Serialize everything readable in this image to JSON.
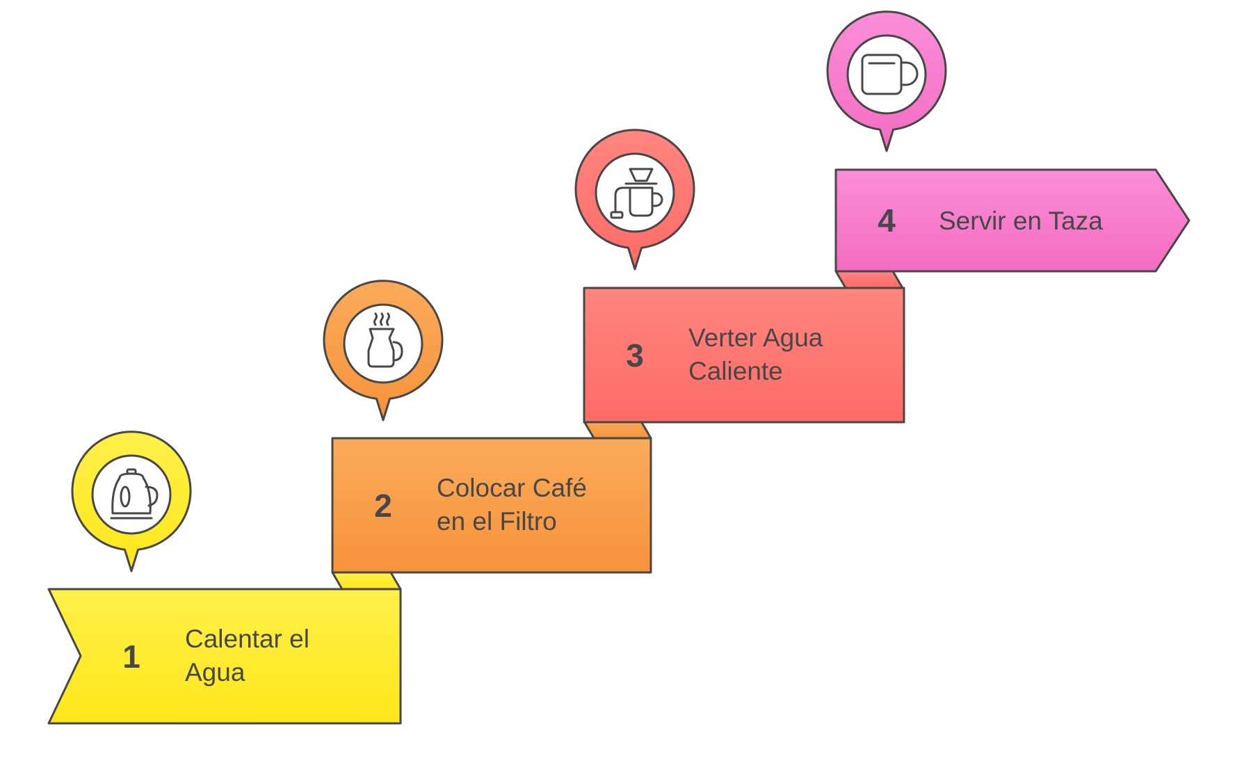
{
  "steps": [
    {
      "number": "1",
      "label_lines": [
        "Calentar el",
        "Agua"
      ],
      "icon": "kettle-icon",
      "color_top": "#fff04a",
      "color_bottom": "#ffe61a"
    },
    {
      "number": "2",
      "label_lines": [
        "Colocar Café",
        "en el Filtro"
      ],
      "icon": "coffee-pot-icon",
      "color_top": "#fbab5c",
      "color_bottom": "#f7923a"
    },
    {
      "number": "3",
      "label_lines": [
        "Verter Agua",
        "Caliente"
      ],
      "icon": "pour-over-icon",
      "color_top": "#ff8580",
      "color_bottom": "#ff6b66"
    },
    {
      "number": "4",
      "label_lines": [
        "Servir en Taza"
      ],
      "icon": "mug-icon",
      "color_top": "#fb8ed8",
      "color_bottom": "#f36cc2"
    }
  ],
  "colors": {
    "outline": "#474747",
    "background": "#ffffff"
  }
}
